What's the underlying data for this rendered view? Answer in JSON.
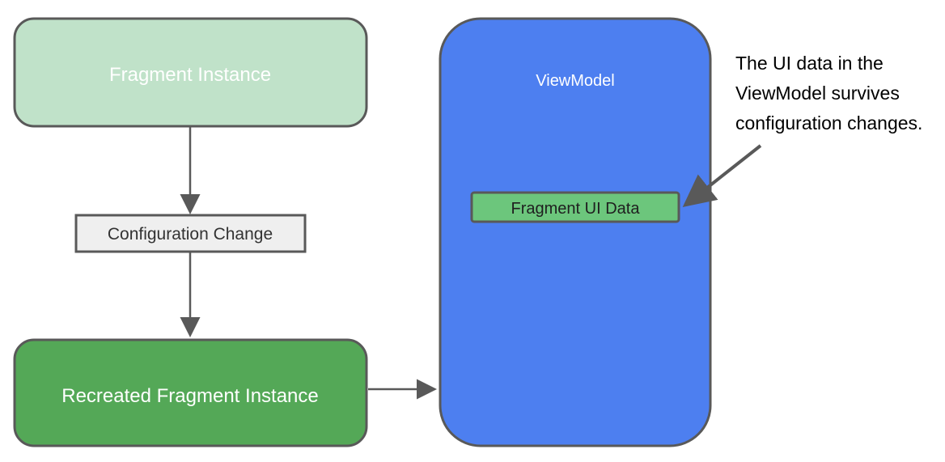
{
  "diagram": {
    "fragment_instance": {
      "label": "Fragment Instance",
      "fill": "#c0e2c9",
      "text_color": "#ffffff"
    },
    "configuration_change": {
      "label": "Configuration Change",
      "fill": "#efefef",
      "text_color": "#333333"
    },
    "recreated_fragment_instance": {
      "label": "Recreated Fragment Instance",
      "fill": "#54a857",
      "text_color": "#ffffff"
    },
    "viewmodel": {
      "label": "ViewModel",
      "fill": "#4d7ff0",
      "text_color": "#ffffff"
    },
    "fragment_ui_data": {
      "label": "Fragment UI Data",
      "fill": "#6cc67c",
      "text_color": "#1f1f1f"
    },
    "annotation": {
      "lines": [
        "The UI data in the",
        "ViewModel survives",
        "configuration changes."
      ],
      "text_color": "#000000"
    },
    "colors": {
      "stroke": "#595959",
      "arrow": "#595959"
    }
  }
}
